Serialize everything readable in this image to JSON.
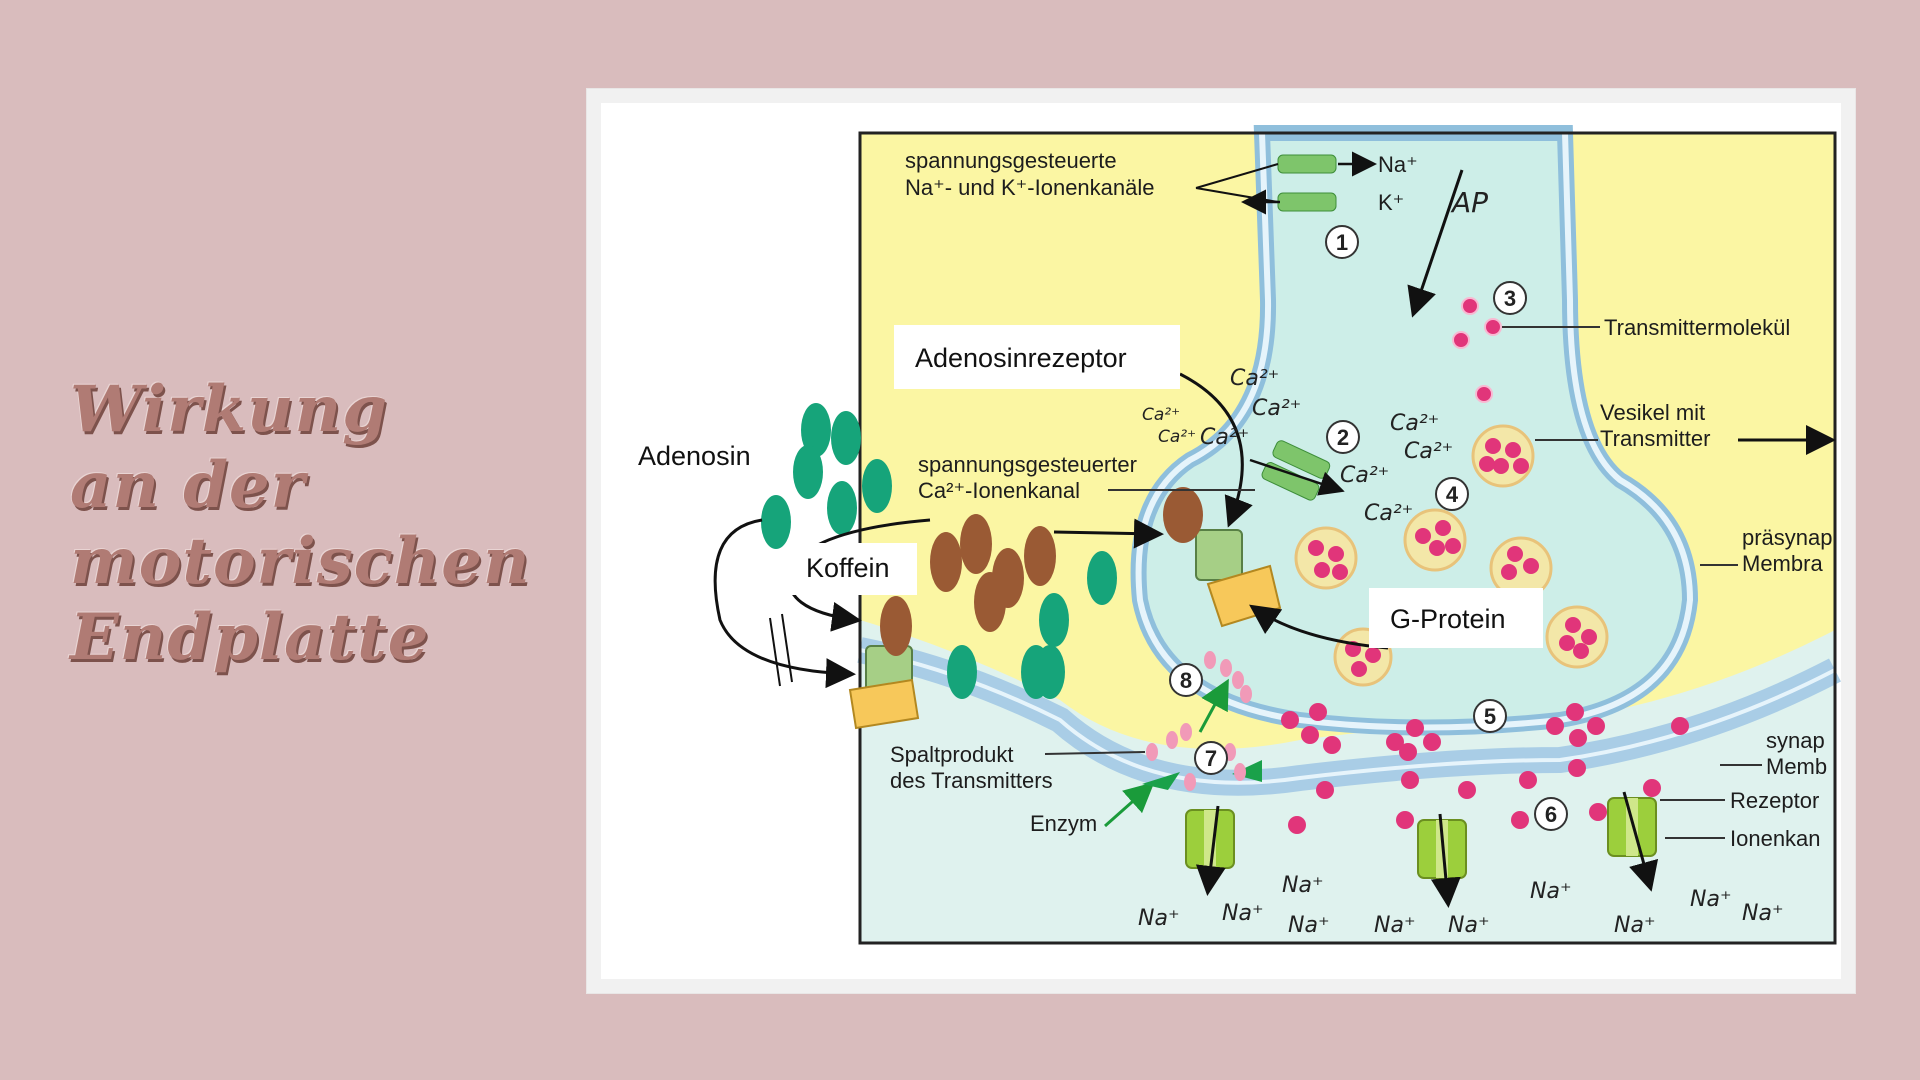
{
  "slide": {
    "title_lines": [
      "Wirkung",
      "an der",
      "motorischen",
      "Endplatte"
    ]
  },
  "diagram": {
    "labels": {
      "voltage_channels_line1": "spannungsgesteuerte",
      "voltage_channels_line2": "Na⁺- und K⁺-Ionenkanäle",
      "na_ion": "Na⁺",
      "k_ion": "K⁺",
      "ap": "AP",
      "transmittermolekuel": "Transmittermolekül",
      "vesikel_line1": "Vesikel mit",
      "vesikel_line2": "Transmitter",
      "praesynaptisch_line1": "präsynap",
      "praesynaptisch_line2": "Membra",
      "adenosinrezeptor": "Adenosinrezeptor",
      "adenosin": "Adenosin",
      "koffein": "Koffein",
      "ca_channel_line1": "spannungsgesteuerter",
      "ca_channel_line2": "Ca²⁺-Ionenkanal",
      "g_protein": "G-Protein",
      "spaltprodukt_line1": "Spaltprodukt",
      "spaltprodukt_line2": "des Transmitters",
      "enzym": "Enzym",
      "synaptisch_line1": "synap",
      "synaptisch_line2": "Memb",
      "rezeptor": "Rezeptor",
      "ionenkanal": "Ionenkan"
    },
    "step_numbers": [
      "1",
      "2",
      "3",
      "4",
      "5",
      "6",
      "7",
      "8"
    ],
    "handwritten": {
      "ca_ions": [
        "Ca²⁺",
        "Ca²⁺",
        "Ca²⁺",
        "Ca²⁺",
        "Ca²⁺",
        "Ca²⁺",
        "Ca²⁺",
        "Ca²⁺",
        "Ca²⁺"
      ],
      "na_ions": [
        "Na⁺",
        "Na⁺",
        "Na⁺",
        "Na⁺",
        "Na⁺",
        "Na⁺",
        "Na⁺",
        "Na⁺",
        "Na⁺",
        "Na⁺"
      ]
    },
    "colors": {
      "background": "#d9bcbd",
      "title": "#b07b74",
      "extracellular": "#fbf6a3",
      "cytoplasm": "#cdeee8",
      "membrane": "#a9cde6",
      "transmitter": "#e1357a",
      "adenosine": "#16a47a",
      "caffeine": "#9a5a34",
      "channel_green": "#9ccf3c",
      "receptor_yellow": "#f7c85a"
    }
  }
}
